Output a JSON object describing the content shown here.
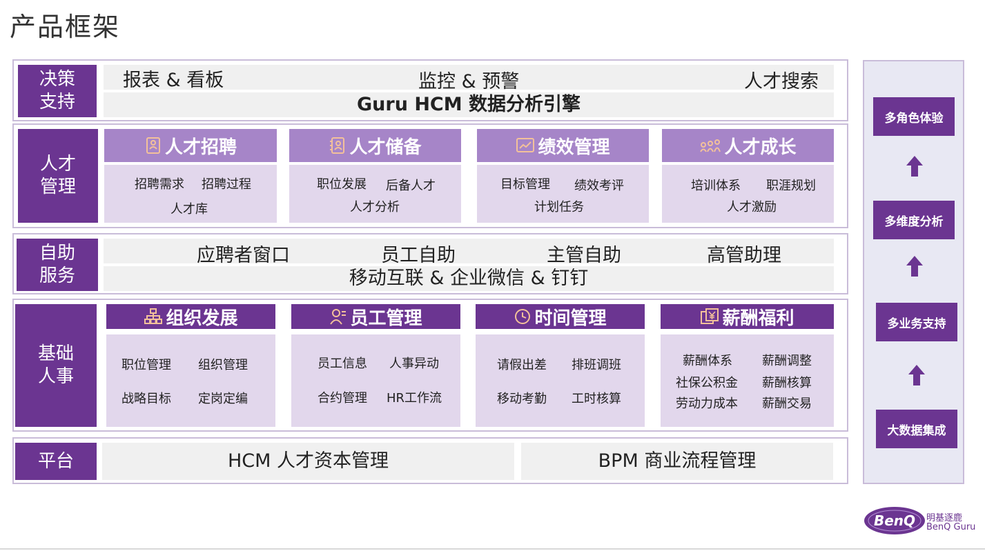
{
  "title": "产品框架",
  "decision": {
    "label": "决策\n支持",
    "items": [
      "报表 & 看板",
      "监控 & 预警",
      "人才搜索"
    ],
    "engine": "Guru HCM 数据分析引擎"
  },
  "talent": {
    "label": "人才\n管理",
    "modules": [
      {
        "icon": "recruit-icon",
        "title": "人才招聘",
        "items": [
          "招聘需求",
          "招聘过程",
          "人才库"
        ]
      },
      {
        "icon": "reserve-icon",
        "title": "人才储备",
        "items": [
          "职位发展",
          "后备人才",
          "人才分析"
        ]
      },
      {
        "icon": "chart-icon",
        "title": "绩效管理",
        "items": [
          "目标管理",
          "绩效考评",
          "计划任务"
        ]
      },
      {
        "icon": "growth-icon",
        "title": "人才成长",
        "items": [
          "培训体系",
          "职涯规划",
          "人才激励"
        ]
      }
    ]
  },
  "selfservice": {
    "label": "自助\n服务",
    "items": [
      "应聘者窗口",
      "员工自助",
      "主管自助",
      "高管助理"
    ],
    "mobile": "移动互联 & 企业微信 & 钉钉"
  },
  "basic": {
    "label": "基础\n人事",
    "modules": [
      {
        "icon": "org-icon",
        "title": "组织发展",
        "items": [
          "职位管理",
          "组织管理",
          "战略目标",
          "定岗定编"
        ]
      },
      {
        "icon": "employee-icon",
        "title": "员工管理",
        "items": [
          "员工信息",
          "人事异动",
          "合约管理",
          "HR工作流"
        ]
      },
      {
        "icon": "clock-icon",
        "title": "时间管理",
        "items": [
          "请假出差",
          "排班调班",
          "移动考勤",
          "工时核算"
        ]
      },
      {
        "icon": "payroll-icon",
        "title": "薪酬福利",
        "items": [
          "薪酬体系",
          "薪酬调整",
          "社保公积金",
          "薪酬核算",
          "劳动力成本",
          "薪酬交易"
        ]
      }
    ]
  },
  "platform": {
    "label": "平台",
    "items": [
      "HCM 人才资本管理",
      "BPM 商业流程管理"
    ]
  },
  "sidebar": {
    "items": [
      "多角色体验",
      "多维度分析",
      "多业务支持",
      "大数据集成"
    ]
  },
  "logo": {
    "brand": "BenQ",
    "cn": "明基逐鹿",
    "en": "BenQ Guru"
  },
  "colors": {
    "primary": "#6b3591",
    "light": "#a685c8",
    "body": "#e2d7ec",
    "border": "#c9bcd9"
  }
}
